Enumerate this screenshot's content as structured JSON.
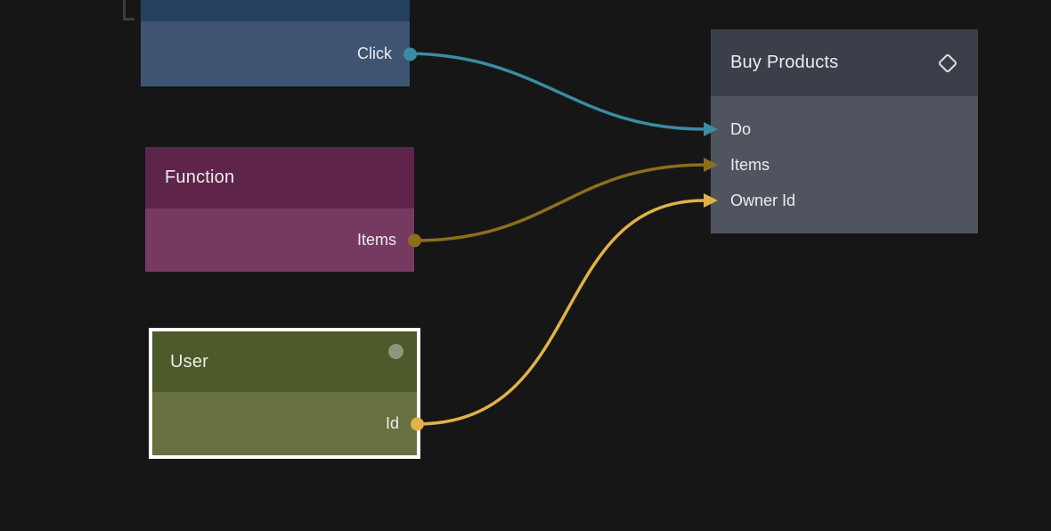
{
  "canvas": {
    "background": "#161616"
  },
  "nodes": {
    "trigger": {
      "header_color": "#24405e",
      "body_color": "#3e5472",
      "outputs": [
        {
          "label": "Click",
          "color": "#3a8ca1"
        }
      ]
    },
    "function": {
      "title": "Function",
      "header_color": "#5e2449",
      "body_color": "#763a60",
      "outputs": [
        {
          "label": "Items",
          "color": "#8f6d1d"
        }
      ]
    },
    "user": {
      "title": "User",
      "selected": true,
      "selection_color": "#ffffff",
      "header_color": "#4d5a2a",
      "body_color": "#677140",
      "status_dot_color": "#8d967c",
      "outputs": [
        {
          "label": "Id",
          "color": "#e2b147"
        }
      ]
    },
    "buy_products": {
      "title": "Buy Products",
      "icon": "diamond-icon",
      "header_color": "#3b3f49",
      "body_color": "#50545e",
      "inputs": [
        {
          "label": "Do",
          "color": "#3a8ca1"
        },
        {
          "label": "Items",
          "color": "#8f6d1d"
        },
        {
          "label": "Owner Id",
          "color": "#e2b147"
        }
      ]
    }
  },
  "connections": [
    {
      "from": "trigger.Click",
      "to": "buy_products.Do",
      "color": "#3a8ca1"
    },
    {
      "from": "function.Items",
      "to": "buy_products.Items",
      "color": "#8f6d1d"
    },
    {
      "from": "user.Id",
      "to": "buy_products.Owner Id",
      "color": "#e2b147"
    }
  ]
}
